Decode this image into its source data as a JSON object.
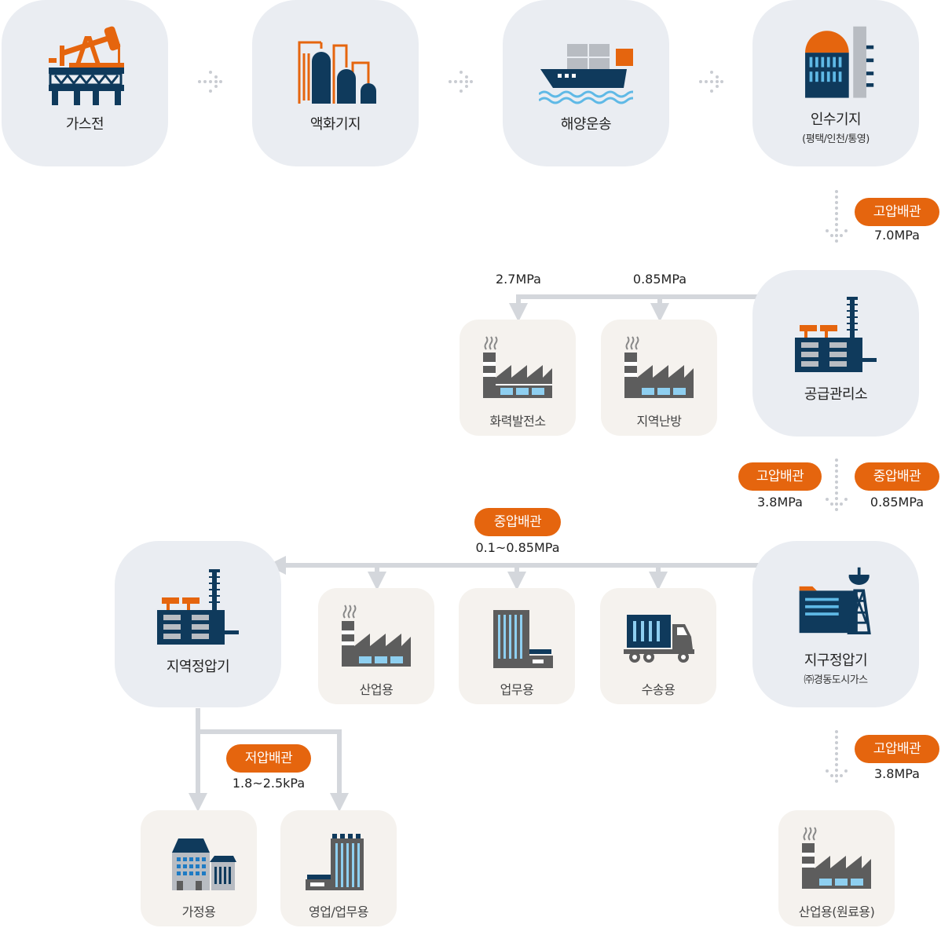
{
  "nodes": {
    "gas_field": {
      "label": "가스전"
    },
    "liquefaction": {
      "label": "액화기지"
    },
    "shipping": {
      "label": "해양운송"
    },
    "terminal": {
      "label": "인수기지",
      "sub": "(평택/인천/통영)"
    },
    "supply": {
      "label": "공급관리소"
    },
    "power_plant": {
      "label": "화력발전소"
    },
    "district_heat": {
      "label": "지역난방"
    },
    "district_regulator": {
      "label": "지구정압기",
      "sub": "㈜경동도시가스"
    },
    "regional_regulator": {
      "label": "지역정압기"
    },
    "industrial": {
      "label": "산업용"
    },
    "business": {
      "label": "업무용"
    },
    "transport": {
      "label": "수송용"
    },
    "household": {
      "label": "가정용"
    },
    "commercial": {
      "label": "영업/업무용"
    },
    "industrial_raw": {
      "label": "산업용(원료용)"
    }
  },
  "pipes": {
    "terminal_high": {
      "label": "고압배관",
      "pressure": "7.0MPa"
    },
    "supply_high": {
      "label": "고압배관",
      "pressure": "3.8MPa"
    },
    "supply_medium": {
      "label": "중압배관",
      "pressure": "0.85MPa"
    },
    "distribution_medium": {
      "label": "중압배관",
      "pressure": "0.1~0.85MPa"
    },
    "low": {
      "label": "저압배관",
      "pressure": "1.8~2.5kPa"
    },
    "raw_high": {
      "label": "고압배관",
      "pressure": "3.8MPa"
    }
  },
  "branch_pressures": {
    "power_plant": "2.7MPa",
    "district_heat": "0.85MPa"
  },
  "colors": {
    "navy": "#0f3a5c",
    "orange": "#e5650e",
    "gray": "#5d5d5d",
    "line": "#d4d7dc",
    "dot": "#c9ccd2"
  }
}
